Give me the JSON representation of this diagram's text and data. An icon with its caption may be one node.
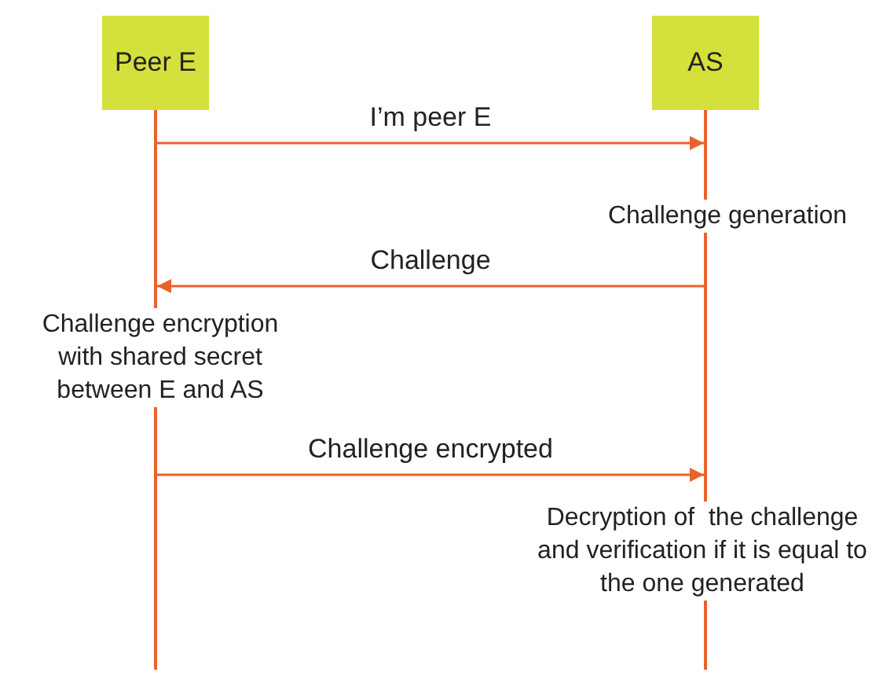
{
  "diagram": {
    "nodes": [
      {
        "text": [
          "Peer E"
        ]
      },
      {
        "text": [
          "AS"
        ]
      },
      {
        "text": [],
        "shape": "line"
      },
      {
        "text": [],
        "shape": "line"
      }
    ],
    "edges": [
      {
        "from": 2,
        "to": 3,
        "arrow": "to",
        "label": "I’m peer E"
      },
      {
        "from": 3,
        "to": 2,
        "arrow": "to",
        "label": "Challenge"
      },
      {
        "from": 2,
        "to": 3,
        "arrow": "to",
        "label": "Challenge encrypted"
      }
    ],
    "labels": [
      "Challenge generation",
      "Challenge encryption with shared secret between E and AS",
      "Decryption of  the challenge and verification if it is equal to the one generated"
    ]
  }
}
